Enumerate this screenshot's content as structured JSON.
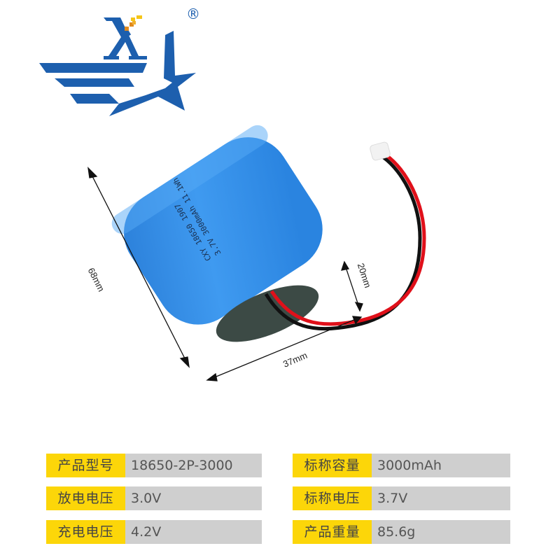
{
  "brand": {
    "logo_letter": "X",
    "registered_mark": "®",
    "logo_icon": "star-wings-logo-icon",
    "colors": {
      "primary_blue": "#1d5fae",
      "accent_orange": "#e08a1e",
      "accent_yellow": "#f5c518"
    }
  },
  "product": {
    "cell_print_lines": [
      "CXY 18650 1907",
      "3.7V 3000mAh 11.1Wh"
    ],
    "dimensions": {
      "length": "68mm",
      "width": "37mm",
      "thickness": "20mm"
    },
    "colors": {
      "body_blue": "#2c8ee6",
      "end_cap": "#3c4a45",
      "wire_red": "#e0101a",
      "wire_black": "#111111",
      "connector": "#f2f2f2"
    }
  },
  "specs": {
    "colors": {
      "key_bg": "#fcd609",
      "value_bg": "#cfcfcf"
    },
    "left": [
      {
        "key": "产品型号",
        "value": "18650-2P-3000"
      },
      {
        "key": "放电电压",
        "value": "3.0V"
      },
      {
        "key": "充电电压",
        "value": "4.2V"
      }
    ],
    "right": [
      {
        "key": "标称容量",
        "value": "3000mAh"
      },
      {
        "key": "标称电压",
        "value": "3.7V"
      },
      {
        "key": "产品重量",
        "value": "85.6g"
      }
    ]
  }
}
